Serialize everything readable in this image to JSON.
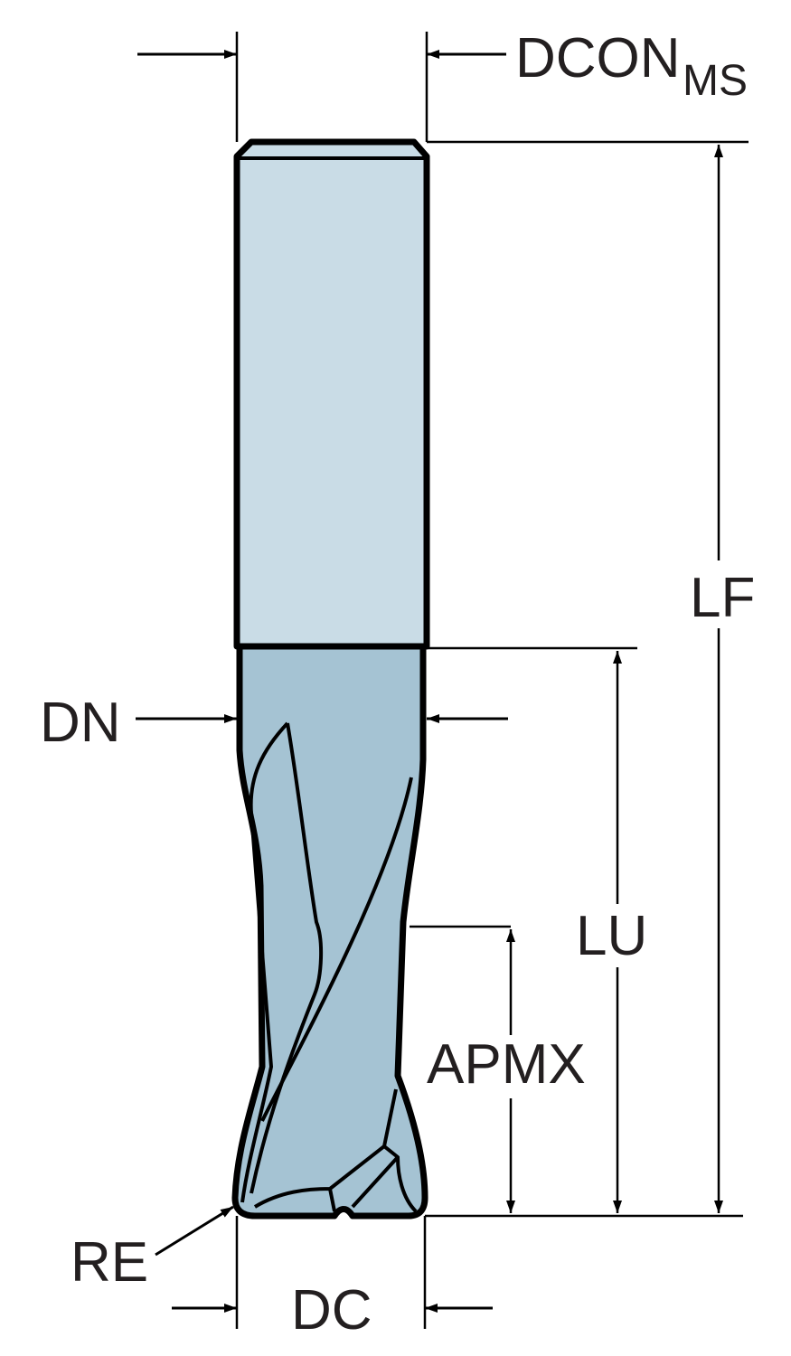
{
  "title": "Solid end mill dimension drawing",
  "colors": {
    "shank": "#c9dce6",
    "flute": "#a5c3d3",
    "line": "#000000"
  },
  "labels": {
    "dcon": "DCON",
    "dcon_sub": "MS",
    "lf": "LF",
    "dn": "DN",
    "lu": "LU",
    "apmx": "APMX",
    "re": "RE",
    "dc": "DC"
  }
}
